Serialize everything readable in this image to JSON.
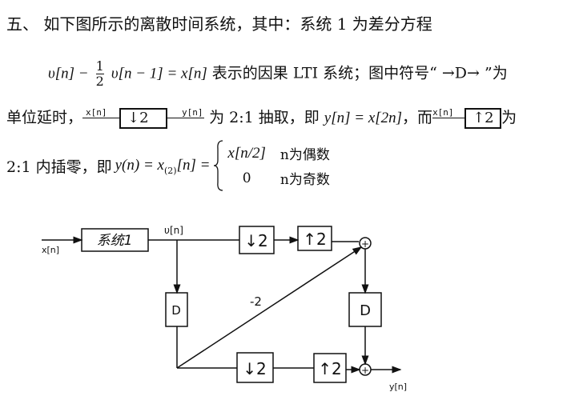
{
  "problem": {
    "title": "五、 如下图所示的离散时间系统，其中：系统 1 为差分方程",
    "eq_part1": "υ[n] −",
    "frac_num": "1",
    "frac_den": "2",
    "eq_part2": "υ[n − 1] = x[n]",
    "line2_text": "表示的因果 LTI 系统；图中符号“ →D→ ”为",
    "line3_a": "单位延时，",
    "in_label": "x[n]",
    "down_block": "↓2",
    "out_label": "y[n]",
    "line3_b": "为 2:1 抽取，即",
    "line3_eq": "y[n] = x[2n]",
    "line3_c": "，而",
    "up_block": "↑2",
    "line3_d": "为",
    "line4_a": "2:1 内插零，即",
    "line4_eq": "y(n) = x",
    "line4_sub": "(2)",
    "line4_eq2": "[n] =",
    "case1_expr": "x[n/2]",
    "case1_cond": "n为偶数",
    "case2_expr": "0",
    "case2_cond": "n为奇数"
  },
  "diagram": {
    "input": "x[n]",
    "system1": "系统1",
    "v_label": "υ[n]",
    "down": "↓2",
    "up": "↑2",
    "delay": "D",
    "gain": "-2",
    "adder": "+",
    "output": "y[n]"
  }
}
